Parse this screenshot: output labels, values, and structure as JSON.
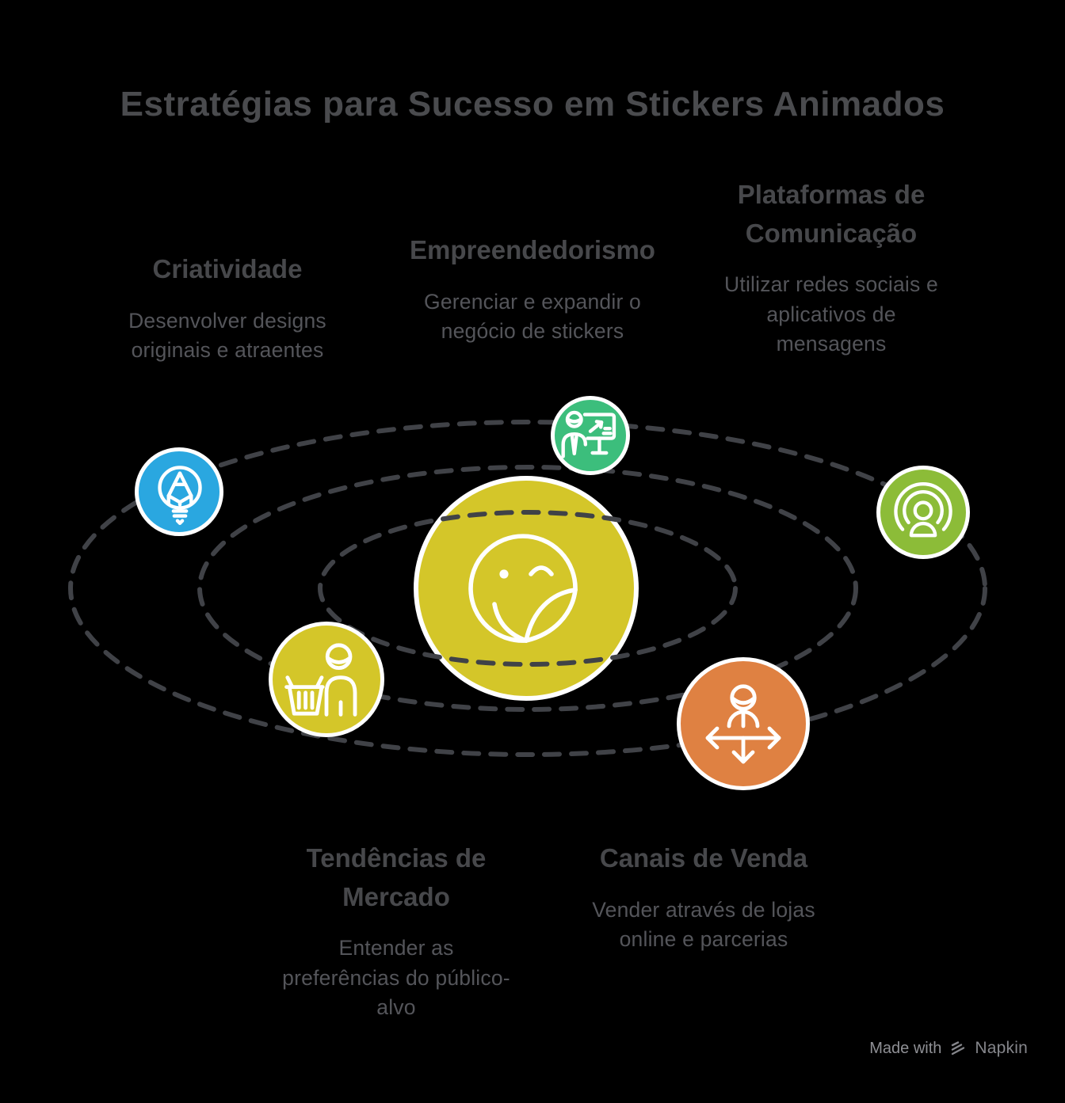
{
  "title": "Estratégias para Sucesso em Stickers Animados",
  "colors": {
    "background": "#000000",
    "title": "#4a4b4e",
    "heading": "#47484b",
    "body": "#54555a",
    "orbit": "#404247",
    "ring": "#ffffff",
    "icon": "#ffffff",
    "footer": "#8f9095",
    "footer_brand": "#85868b",
    "blue": "#2aa7e0",
    "green": "#3cbe7c",
    "olive": "#8cbc38",
    "yellow": "#d4c629",
    "orange": "#df8142"
  },
  "center": {
    "icon": "winking-sticker-icon",
    "color": "#d4c629"
  },
  "topics": [
    {
      "id": "criatividade",
      "heading": "Criatividade",
      "description": "Desenvolver designs\noriginais e atraentes",
      "icon": "lightbulb-pencil-icon",
      "color": "#2aa7e0"
    },
    {
      "id": "empreendedorismo",
      "heading": "Empreendedorismo",
      "description": "Gerenciar e expandir o\nnegócio de stickers",
      "icon": "presenter-chart-icon",
      "color": "#3cbe7c"
    },
    {
      "id": "plataformas",
      "heading": "Plataformas de\nComunicação",
      "description": "Utilizar redes sociais e\naplicativos de\nmensagens",
      "icon": "broadcast-person-icon",
      "color": "#8cbc38"
    },
    {
      "id": "tendencias",
      "heading": "Tendências de\nMercado",
      "description": "Entender as\npreferências do público-\nalvo",
      "icon": "shopper-basket-icon",
      "color": "#d4c629"
    },
    {
      "id": "canais",
      "heading": "Canais de Venda",
      "description": "Vender através de lojas\nonline e parcerias",
      "icon": "person-directions-icon",
      "color": "#df8142"
    }
  ],
  "footer": {
    "made_with": "Made with",
    "logo": "napkin-logo-icon",
    "brand": "Napkin"
  }
}
